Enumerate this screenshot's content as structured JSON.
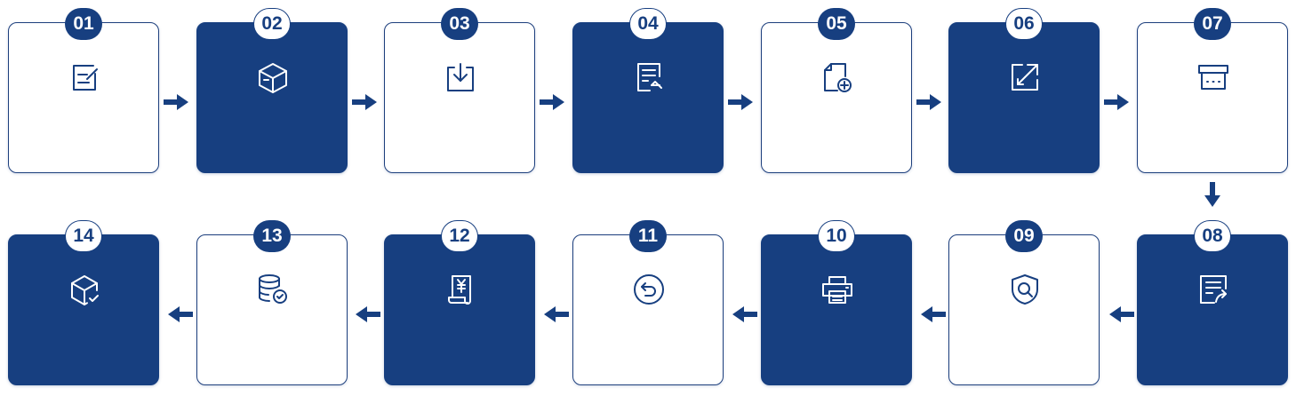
{
  "steps": [
    {
      "num": "01",
      "theme": "light",
      "icon": "edit-form-icon"
    },
    {
      "num": "02",
      "theme": "dark",
      "icon": "package-box-icon"
    },
    {
      "num": "03",
      "theme": "light",
      "icon": "download-tray-icon"
    },
    {
      "num": "04",
      "theme": "dark",
      "icon": "document-return-icon"
    },
    {
      "num": "05",
      "theme": "light",
      "icon": "document-add-icon"
    },
    {
      "num": "06",
      "theme": "dark",
      "icon": "expand-arrows-icon"
    },
    {
      "num": "07",
      "theme": "light",
      "icon": "archive-box-icon"
    },
    {
      "num": "08",
      "theme": "dark",
      "icon": "document-share-icon"
    },
    {
      "num": "09",
      "theme": "light",
      "icon": "shield-search-icon"
    },
    {
      "num": "10",
      "theme": "dark",
      "icon": "printer-icon"
    },
    {
      "num": "11",
      "theme": "light",
      "icon": "undo-circle-icon"
    },
    {
      "num": "12",
      "theme": "dark",
      "icon": "yen-receipt-icon"
    },
    {
      "num": "13",
      "theme": "light",
      "icon": "database-check-icon"
    },
    {
      "num": "14",
      "theme": "dark",
      "icon": "box-check-icon"
    }
  ],
  "colors": {
    "primary": "#173f80",
    "background": "#ffffff"
  }
}
